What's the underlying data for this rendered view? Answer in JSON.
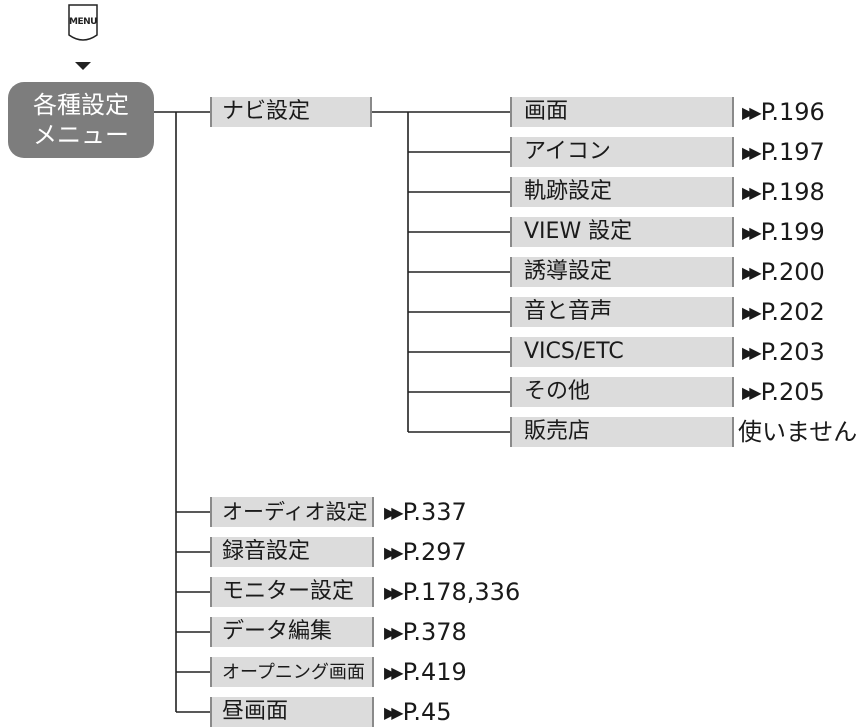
{
  "menu_key": {
    "label": "MENU"
  },
  "root": {
    "label_line1": "各種設定",
    "label_line2": "メニュー"
  },
  "navi": {
    "label": "ナビ設定"
  },
  "navi_items": [
    {
      "label": "画面",
      "ref": "P.196",
      "has_arrow": true
    },
    {
      "label": "アイコン",
      "ref": "P.197",
      "has_arrow": true
    },
    {
      "label": "軌跡設定",
      "ref": "P.198",
      "has_arrow": true
    },
    {
      "label": "VIEW 設定",
      "ref": "P.199",
      "has_arrow": true
    },
    {
      "label": "誘導設定",
      "ref": "P.200",
      "has_arrow": true
    },
    {
      "label": "音と音声",
      "ref": "P.202",
      "has_arrow": true
    },
    {
      "label": "VICS/ETC",
      "ref": "P.203",
      "has_arrow": true
    },
    {
      "label": "その他",
      "ref": "P.205",
      "has_arrow": true
    },
    {
      "label": "販売店",
      "ref": "使いません",
      "has_arrow": false
    }
  ],
  "other_items": [
    {
      "label": "オーディオ設定",
      "ref": "P.337"
    },
    {
      "label": "録音設定",
      "ref": "P.297"
    },
    {
      "label": "モニター設定",
      "ref": "P.178,336"
    },
    {
      "label": "データ編集",
      "ref": "P.378"
    },
    {
      "label": "オープニング画面",
      "ref": "P.419"
    },
    {
      "label": "昼画面",
      "ref": "P.45"
    }
  ],
  "arrow_glyph": "▶▶",
  "colors": {
    "box_fill": "#dcdcdc",
    "box_border": "#8a8a8a",
    "root_fill": "#7d7d7d",
    "line": "#222222"
  }
}
